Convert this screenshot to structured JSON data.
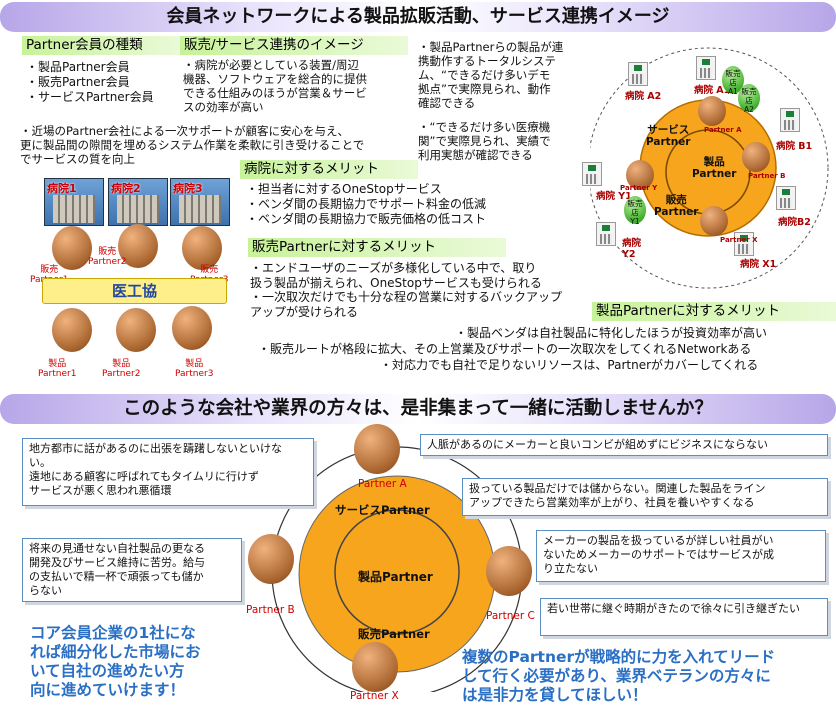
{
  "top_banner": "会員ネットワークによる製品拡販活動、サービス連携イメージ",
  "sections": {
    "types_title": "Partner会員の種類",
    "types_items": "・製品Partner会員\n・販売Partner会員\n・サービスPartner会員",
    "service_title": "販売/サービス連携のイメージ",
    "service_text": "・病院が必要としている装置/周辺\n機器、ソフトウェアを総合的に提供\nできる仕組みのほうが営業＆サービ\nスの効率が高い",
    "product_text_1": "・製品Partnerらの製品が連\n携動作するトータルシステ\nム、“できるだけ多いデモ\n拠点”で実際見られ、動作\n確認できる",
    "product_text_2": "・“できるだけ多い医療機\n関”で実際見られ、実績で\n利用実態が確認できる",
    "nearby_text": "・近場のPartner会社による一次サポートが顧客に安心を与え、\n更に製品間の隙間を埋めるシステム作業を柔軟に引き受けることで\nでサービスの質を向上",
    "hospital_merit_title": "病院に対するメリット",
    "hospital_merit_items": "・担当者に対するOneStopサービス\n・ベンダ間の長期協力でサポート料金の低減\n・ベンダ間の長期協力で販売価格の低コスト",
    "sales_merit_title": "販売Partnerに対するメリット",
    "sales_merit_items": "・エンドユーザのニーズが多様化している中で、取り\n扱う製品が揃えられ、OneStopサービスも受けられる\n・一次取次だけでも十分な程の営業に対するバックアップ\nアップが受けられる",
    "product_merit_title": "製品Partnerに対するメリット",
    "product_merit_1": "・製品ベンダは自社製品に特化したほうが投資効率が高い",
    "product_merit_2": "・販売ルートが格段に拡大、その上営業及びサポートの一次取次をしてくれるNetworkある",
    "product_merit_3": "・対応力でも自社で足りないリソースは、Partnerがカバーしてくれる"
  },
  "left_diagram": {
    "hospitals": [
      "病院1",
      "病院2",
      "病院3"
    ],
    "sales_partners": [
      "販売\nPartner1",
      "販売\nPartner2",
      "販売\nPartner3"
    ],
    "association": "医工協",
    "product_partners": [
      "製品\nPartner1",
      "製品\nPartner2",
      "製品\nPartner3"
    ]
  },
  "right_diagram": {
    "service": "サービス\nPartner",
    "product": "製品\nPartner",
    "sales": "販売\nPartner",
    "hospitals": [
      "病院 A1",
      "病院 A2",
      "病院 B1",
      "病院B2",
      "病院 X1",
      "病院\nY2",
      "病院\nY1"
    ],
    "sales_balls": [
      "販売店\nA1",
      "販売店\nA2",
      "販売店\nY1"
    ],
    "partner_labels": [
      "Partner A",
      "Partner B",
      "Partner X",
      "Partner Y"
    ]
  },
  "bottom_banner": "このような会社や業界の方々は、是非集まって一緒に活動しませんか？",
  "bottom_diagram": {
    "partner_a": "Partner A",
    "partner_b": "Partner B",
    "partner_c": "Partner C",
    "partner_x": "Partner X",
    "service": "サービスPartner",
    "product": "製品Partner",
    "sales": "販売Partner"
  },
  "boxes": {
    "left1": "地方都市に話があるのに出張を躊躇しないといけな\nい。\n遠地にある顧客に呼ばれてもタイムリに行けず\nサービスが悪く思われ悪循環",
    "left2": "将来の見通せない自社製品の更なる\n開発及びサービス維持に苦労。給与\nの支払いで精一杯で頑張っても儲か\nらない",
    "right1": "人脈があるのにメーカーと良いコンビが組めずにビジネスにならない",
    "right2": "扱っている製品だけでは儲からない。関連した製品をライン\nアップできたら営業効率が上がり、社員を養いやすくなる",
    "right3": "メーカーの製品を扱っているが詳しい社員がい\nないためメーカーのサポートではサービスが成\nり立たない",
    "right4": "若い世帯に継ぐ時期がきたので徐々に引き継ぎたい"
  },
  "bottom_left_message": "コア会員企業の1社にな\nれば細分化した市場にお\nいて自社の進めたい方\n向に進めていけます！",
  "bottom_right_message": "複数のPartnerが戦略的に力を入れてリード\nして行く必要があり、業界ベテランの方々に\nは是非力を貸してほしい！"
}
